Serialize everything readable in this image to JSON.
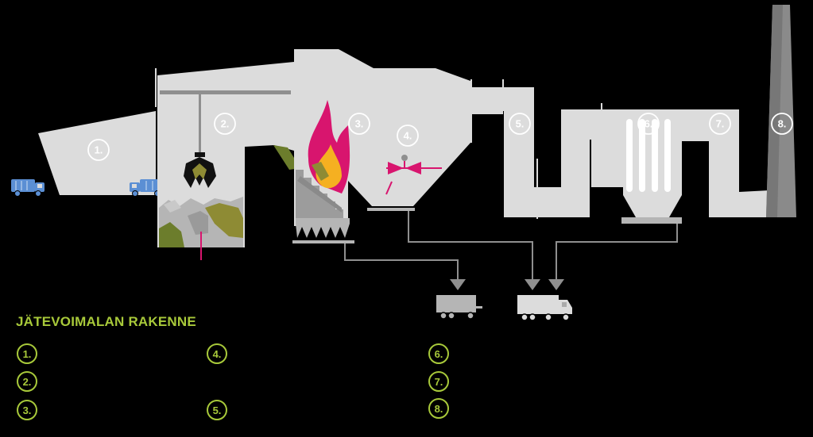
{
  "title": "JÄTEVOIMALAN RAKENNE",
  "stage_numbers": [
    "1.",
    "2.",
    "3.",
    "4.",
    "5.",
    "6.",
    "7.",
    "8."
  ],
  "legend": [
    {
      "number": "1."
    },
    {
      "number": "2."
    },
    {
      "number": "3."
    },
    {
      "number": "4."
    },
    {
      "number": "5."
    },
    {
      "number": "6."
    },
    {
      "number": "7."
    },
    {
      "number": "8."
    }
  ],
  "colors": {
    "background": "#000000",
    "structure": "#dcdcdc",
    "grey_mid": "#b5b5b5",
    "accent_green": "#a8c93a",
    "flame_magenta": "#d8156e",
    "flame_yellow": "#f5b021",
    "truck_blue": "#5b8fd4",
    "waste_olive": "#8e8b34",
    "waste_green": "#6c7d2c"
  }
}
